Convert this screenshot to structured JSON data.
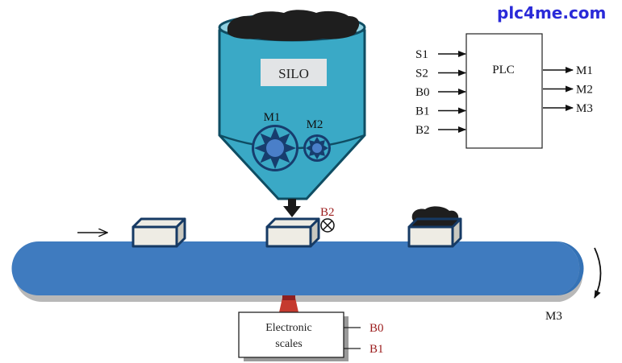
{
  "brand": {
    "text": "plc4me.com",
    "color": "#2a2ad8"
  },
  "silo": {
    "label": "SILO",
    "motor1_label": "M1",
    "motor2_label": "M2",
    "body_color": "#3aa9c6",
    "outline_color": "#0f4d63",
    "gear_color": "#173d6e",
    "gear_hub_color": "#4a7fc9"
  },
  "plc": {
    "title": "PLC",
    "inputs": [
      "S1",
      "S2",
      "B0",
      "B1",
      "B2"
    ],
    "outputs": [
      "M1",
      "M2",
      "M3"
    ]
  },
  "conveyor": {
    "belt_color": "#3f7bbf",
    "motor_label": "M3",
    "direction_arrow": "right-arrow",
    "rotation_icon": "curved-arrow-down"
  },
  "sensor": {
    "label": "B2",
    "icon": "cross-circle-sensor-icon",
    "label_color": "#9b1b1b"
  },
  "scales": {
    "line1": "Electronic",
    "line2": "scales",
    "outputs": [
      "B0",
      "B1"
    ],
    "output_color": "#9b1b1b",
    "support_color": "#c53a2f"
  },
  "boxes": [
    {
      "state": "empty"
    },
    {
      "state": "filling"
    },
    {
      "state": "filled"
    }
  ]
}
